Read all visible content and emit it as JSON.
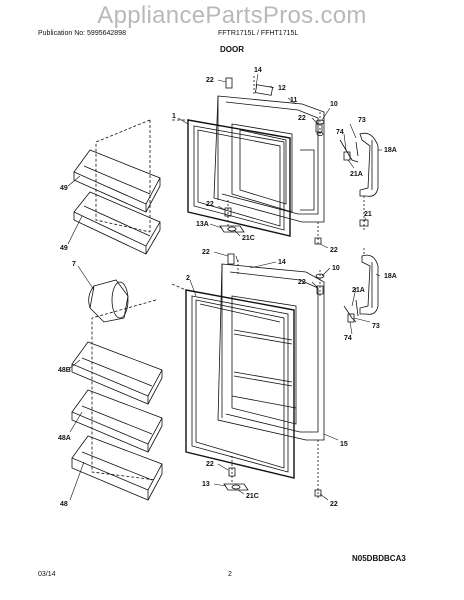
{
  "header": {
    "watermark": "AppliancePartsPros.com",
    "publication": "Publication No: 5995642898",
    "models": "FFTR1715L / FFHT1715L",
    "section_title": "DOOR"
  },
  "footer": {
    "diagram_code": "N05DBDBCA3",
    "date": "03/14",
    "page_number": "2"
  },
  "callouts": {
    "c14a": "14",
    "c22a": "22",
    "c12": "12",
    "c11": "11",
    "c10a": "10",
    "c22b": "22",
    "c73a": "73",
    "c74a": "74",
    "c18a": "18A",
    "c21aa": "21A",
    "c1": "1",
    "c49a": "49",
    "c49b": "49",
    "c22c": "22",
    "c13a": "13A",
    "c21ca": "21C",
    "c21": "21",
    "c22d": "22",
    "c22e": "22",
    "c14b": "14",
    "c10b": "10",
    "c18ab": "18A",
    "c22f": "22",
    "c7": "7",
    "c2": "2",
    "c21ab": "21A",
    "c73b": "73",
    "c74b": "74",
    "c48b": "48B",
    "c15": "15",
    "c48a": "48A",
    "c48": "48",
    "c22g": "22",
    "c13": "13",
    "c21cb": "21C",
    "c22h": "22"
  }
}
